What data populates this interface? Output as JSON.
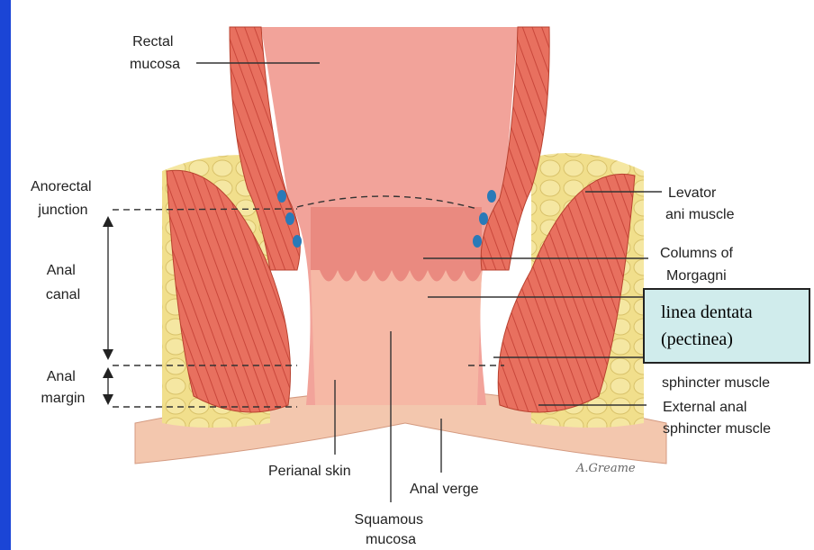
{
  "labels": {
    "rectal_mucosa": [
      "Rectal",
      "mucosa"
    ],
    "anorectal_junction": [
      "Anorectal",
      "junction"
    ],
    "anal_canal": [
      "Anal",
      "canal"
    ],
    "anal_margin": [
      "Anal",
      "margin"
    ],
    "levator_ani": [
      "Levator",
      "ani muscle"
    ],
    "columns_of_morgagni": [
      "Columns of",
      "Morgagni"
    ],
    "internal_sphincter": "sphincter muscle",
    "external_sphincter": [
      "External anal",
      "sphincter muscle"
    ],
    "perianal_skin": "Perianal skin",
    "anal_verge": "Anal verge",
    "squamous_mucosa": [
      "Squamous",
      "mucosa"
    ]
  },
  "callout": [
    "linea dentata",
    "(pectinea)"
  ],
  "signature": "A.Greame",
  "colors": {
    "slide_border": "#1b45d6",
    "muscle": "#e8705f",
    "fat": "#f1df8c",
    "mucosa": "#f2a39a",
    "skin": "#f3c7ae",
    "callout_fill": "#d0ecec"
  }
}
